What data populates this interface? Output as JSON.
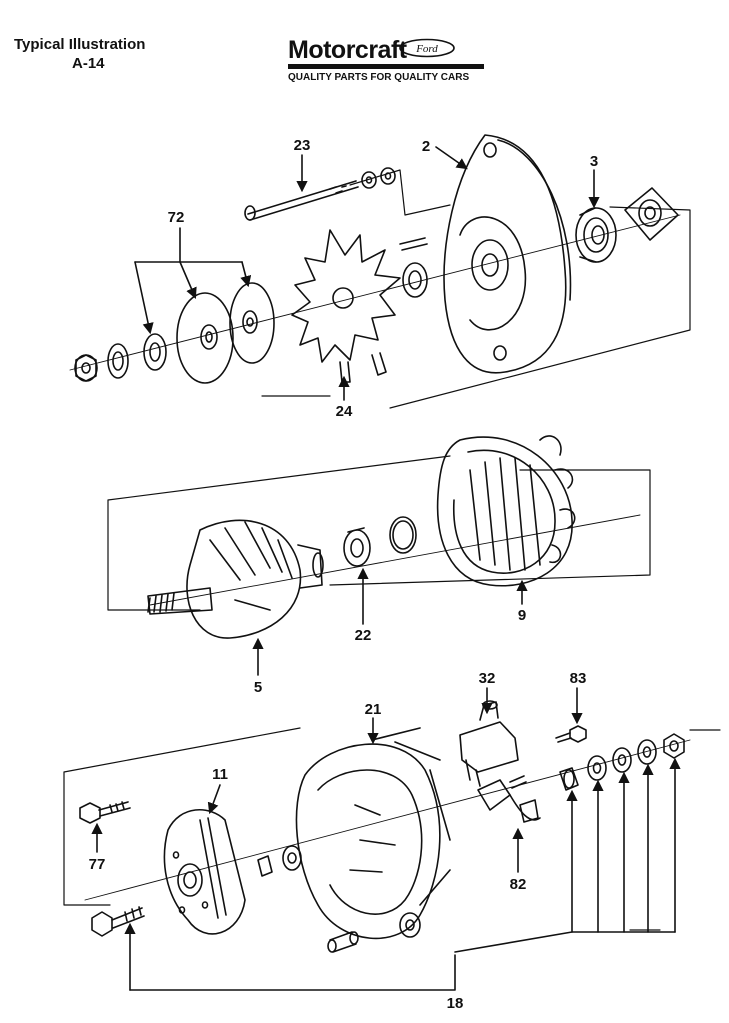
{
  "header": {
    "title": "Typical Illustration",
    "figure_id": "A-14"
  },
  "brand": {
    "name": "Motorcraft",
    "oval_text": "Ford",
    "tagline": "QUALITY PARTS FOR QUALITY CARS"
  },
  "callouts": {
    "c23": "23",
    "c2": "2",
    "c3": "3",
    "c72": "72",
    "c24": "24",
    "c9": "9",
    "c22": "22",
    "c5": "5",
    "c32": "32",
    "c83": "83",
    "c21": "21",
    "c11": "11",
    "c77": "77",
    "c82": "82",
    "c18": "18"
  },
  "colors": {
    "ink": "#111111",
    "paper": "#ffffff"
  }
}
